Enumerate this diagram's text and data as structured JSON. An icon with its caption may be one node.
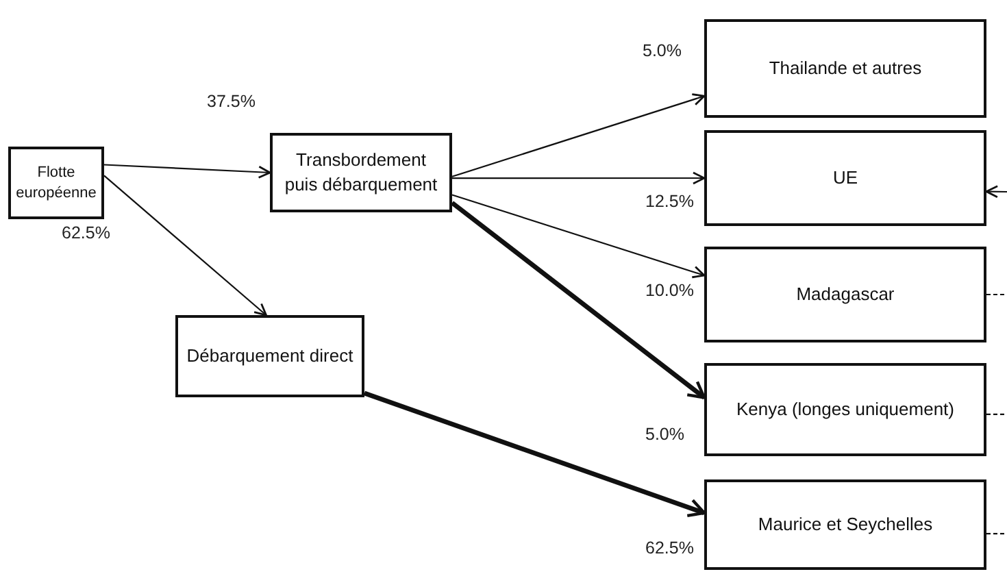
{
  "diagram": {
    "nodes": [
      {
        "text": [
          "Flotte européenne"
        ]
      },
      {
        "text": [
          "Transbordement puis débarquement"
        ]
      },
      {
        "text": [
          "Débarquement direct"
        ]
      },
      {
        "text": [
          "Thailande et autres"
        ]
      },
      {
        "text": [
          "UE"
        ]
      },
      {
        "text": [
          "Madagascar"
        ]
      },
      {
        "text": [
          "Kenya (longes uniquement)"
        ]
      },
      {
        "text": [
          "Maurice et Seychelles"
        ]
      }
    ],
    "edges": [
      {
        "from": 0,
        "to": 1,
        "arrow": "to",
        "label": "37.5%"
      },
      {
        "from": 0,
        "to": 2,
        "arrow": "to",
        "label": "62.5%"
      },
      {
        "from": 1,
        "to": 3,
        "arrow": "to",
        "label": "5.0%"
      },
      {
        "from": 1,
        "to": 4,
        "arrow": "to",
        "label": "12.5%"
      },
      {
        "from": 1,
        "to": 5,
        "arrow": "to",
        "label": "10.0%"
      },
      {
        "from": 1,
        "to": 6,
        "arrow": "to",
        "label": "5.0%",
        "style": "thick"
      },
      {
        "from": 2,
        "to": 7,
        "arrow": "to",
        "label": "62.5%",
        "style": "thick"
      },
      {
        "from": null,
        "to": 4,
        "arrow": "to"
      },
      {
        "from": 5,
        "to": null,
        "arrow": "none",
        "style": "dashed"
      },
      {
        "from": 6,
        "to": null,
        "arrow": "none",
        "style": "dashed"
      },
      {
        "from": 7,
        "to": null,
        "arrow": "none",
        "style": "dashed"
      }
    ]
  }
}
